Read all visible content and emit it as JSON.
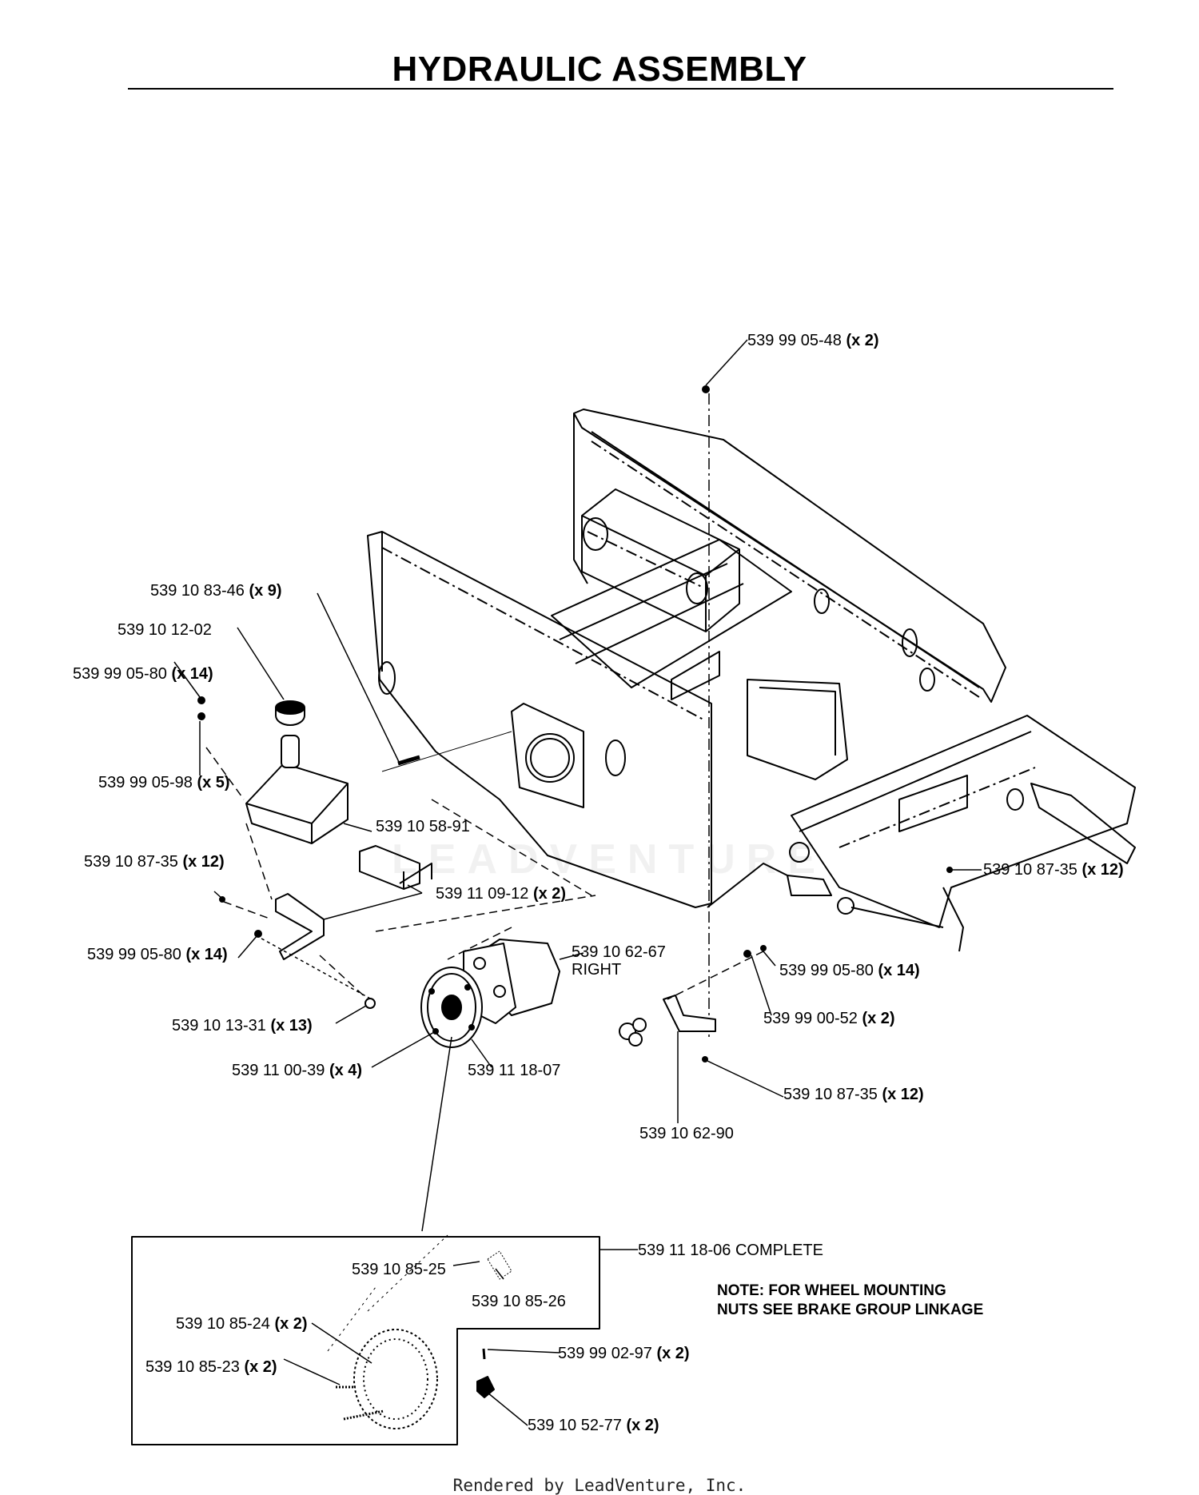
{
  "title": "HYDRAULIC ASSEMBLY",
  "watermark": "LEADVENTURE",
  "footer": "Rendered by LeadVenture, Inc.",
  "labels": [
    {
      "id": "p-539990548",
      "part": "539 99 05-48",
      "qty": "(x 2)"
    },
    {
      "id": "p-539108346",
      "part": "539 10 83-46",
      "qty": "(x 9)"
    },
    {
      "id": "p-539101202",
      "part": "539 10 12-02",
      "qty": ""
    },
    {
      "id": "p-539990580-a",
      "part": "539 99 05-80",
      "qty": "(x 14)"
    },
    {
      "id": "p-539990598",
      "part": "539 99 05-98",
      "qty": "(x 5)"
    },
    {
      "id": "p-539105891",
      "part": "539 10 58-91",
      "qty": ""
    },
    {
      "id": "p-539108735-a",
      "part": "539 10 87-35",
      "qty": "(x 12)"
    },
    {
      "id": "p-539110912",
      "part": "539 11 09-12",
      "qty": "(x 2)"
    },
    {
      "id": "p-539108735-b",
      "part": "539 10 87-35",
      "qty": "(x 12)"
    },
    {
      "id": "p-539990580-b",
      "part": "539 99 05-80",
      "qty": "(x 14)"
    },
    {
      "id": "p-539106267",
      "part": "539 10 62-67",
      "qty": ""
    },
    {
      "id": "p-539990580-c",
      "part": "539 99 05-80",
      "qty": "(x 14)"
    },
    {
      "id": "p-539101331",
      "part": "539 10 13-31",
      "qty": "(x 13)"
    },
    {
      "id": "p-539990052",
      "part": "539 99 00-52",
      "qty": "(x 2)"
    },
    {
      "id": "p-539110039",
      "part": "539 11 00-39",
      "qty": "(x 4)"
    },
    {
      "id": "p-539111807",
      "part": "539 11 18-07",
      "qty": ""
    },
    {
      "id": "p-539108735-c",
      "part": "539 10 87-35",
      "qty": "(x 12)"
    },
    {
      "id": "p-539106290",
      "part": "539 10 62-90",
      "qty": ""
    },
    {
      "id": "p-539111806",
      "part": "539 11 18-06 COMPLETE",
      "qty": ""
    },
    {
      "id": "p-539108525",
      "part": "539 10 85-25",
      "qty": ""
    },
    {
      "id": "p-539108526",
      "part": "539 10 85-26",
      "qty": ""
    },
    {
      "id": "p-539108524",
      "part": "539 10 85-24",
      "qty": "(x 2)"
    },
    {
      "id": "p-539108523",
      "part": "539 10 85-23",
      "qty": "(x 2)"
    },
    {
      "id": "p-539990297",
      "part": "539 99 02-97",
      "qty": "(x 2)"
    },
    {
      "id": "p-539105277",
      "part": "539 10 52-77",
      "qty": "(x 2)"
    }
  ],
  "right_suffix": "RIGHT",
  "note_line1": "NOTE: FOR WHEEL MOUNTING",
  "note_line2": "NUTS SEE BRAKE GROUP LINKAGE"
}
